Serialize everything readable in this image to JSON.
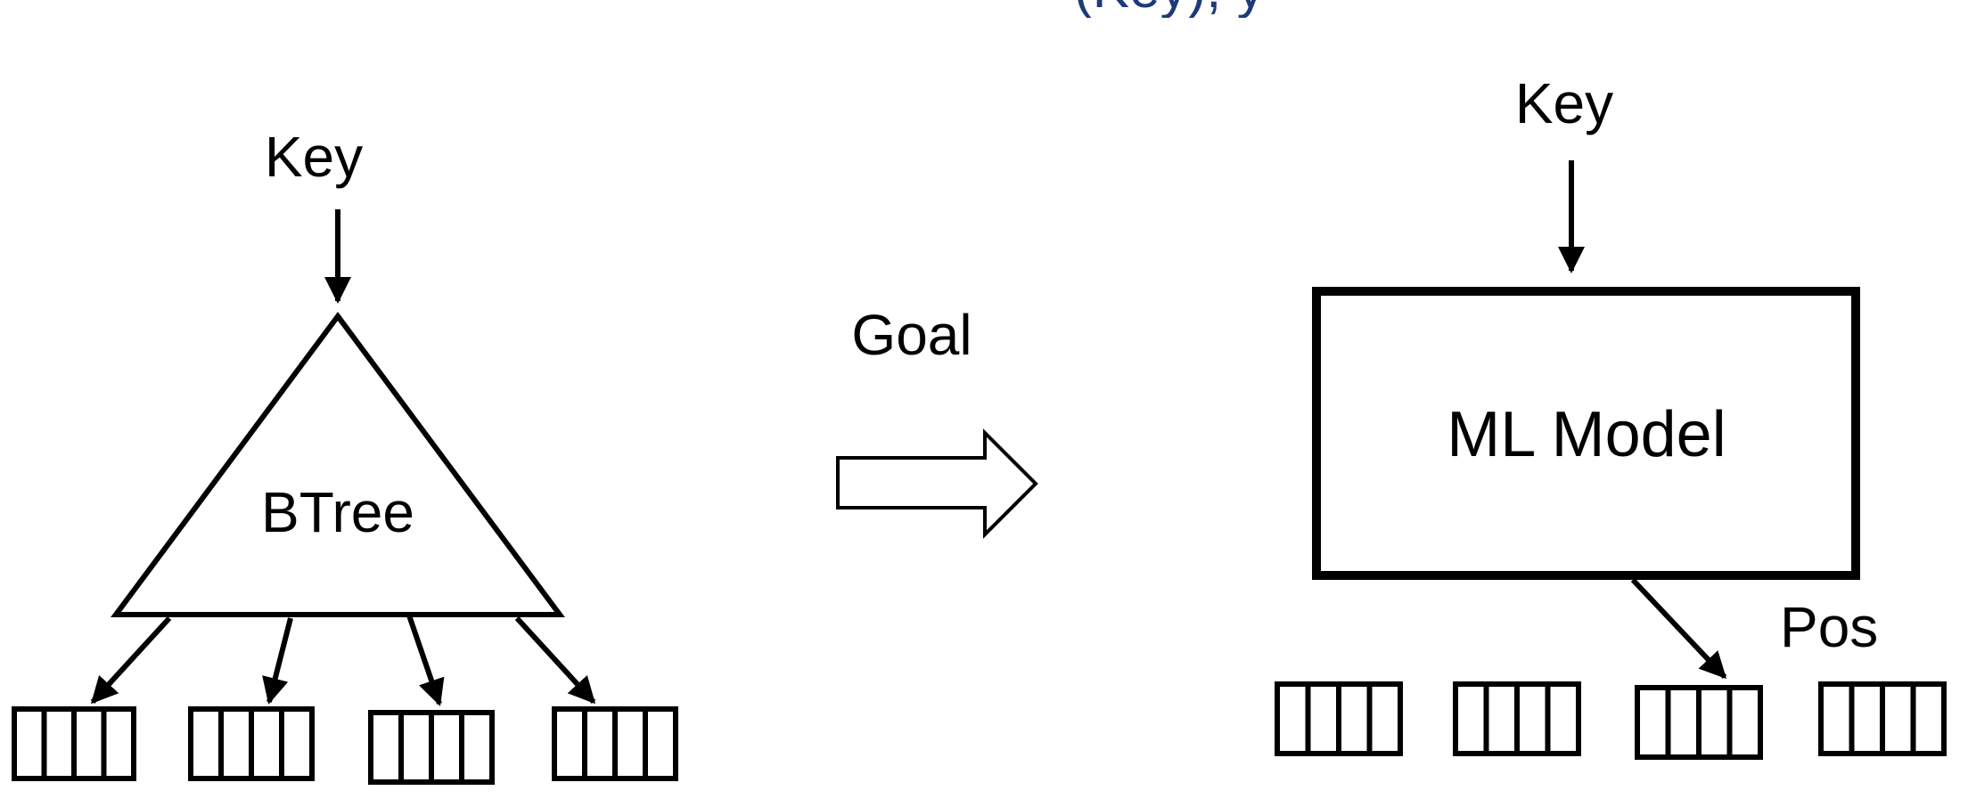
{
  "header": {
    "title_fragment": "(Key); y"
  },
  "left": {
    "input_label": "Key",
    "structure_label": "BTree",
    "page_count": 4,
    "slots_per_page": 4
  },
  "middle": {
    "transition_label": "Goal"
  },
  "right": {
    "input_label": "Key",
    "model_label": "ML Model",
    "output_label": "Pos",
    "page_count": 4,
    "slots_per_page": 4
  },
  "colors": {
    "title": "#1f3a7a",
    "stroke": "#000000",
    "background": "#ffffff"
  }
}
